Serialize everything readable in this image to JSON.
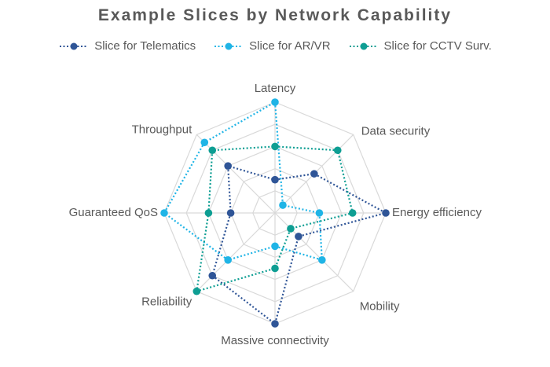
{
  "chart_data": {
    "type": "radar",
    "title": "Example Slices by Network Capability",
    "axes": [
      "Latency",
      "Data security",
      "Energy efficiency",
      "Mobility",
      "Massive connectivity",
      "Reliability",
      "Guaranteed QoS",
      "Throughput"
    ],
    "rlim": [
      0,
      5
    ],
    "grid": true,
    "legend_position": "top",
    "series": [
      {
        "name": "Slice for Telematics",
        "color": "#2f5597",
        "values": [
          1.5,
          2.5,
          5,
          1.5,
          5,
          4,
          2,
          3
        ]
      },
      {
        "name": "Slice for AR/VR",
        "color": "#1fb4e6",
        "values": [
          5,
          0.5,
          2,
          3,
          1.5,
          3,
          5,
          4.5
        ]
      },
      {
        "name": "Slice for CCTV Surv.",
        "color": "#0e9e93",
        "values": [
          3,
          4,
          3.5,
          1,
          2.5,
          5,
          3,
          4
        ]
      }
    ]
  }
}
